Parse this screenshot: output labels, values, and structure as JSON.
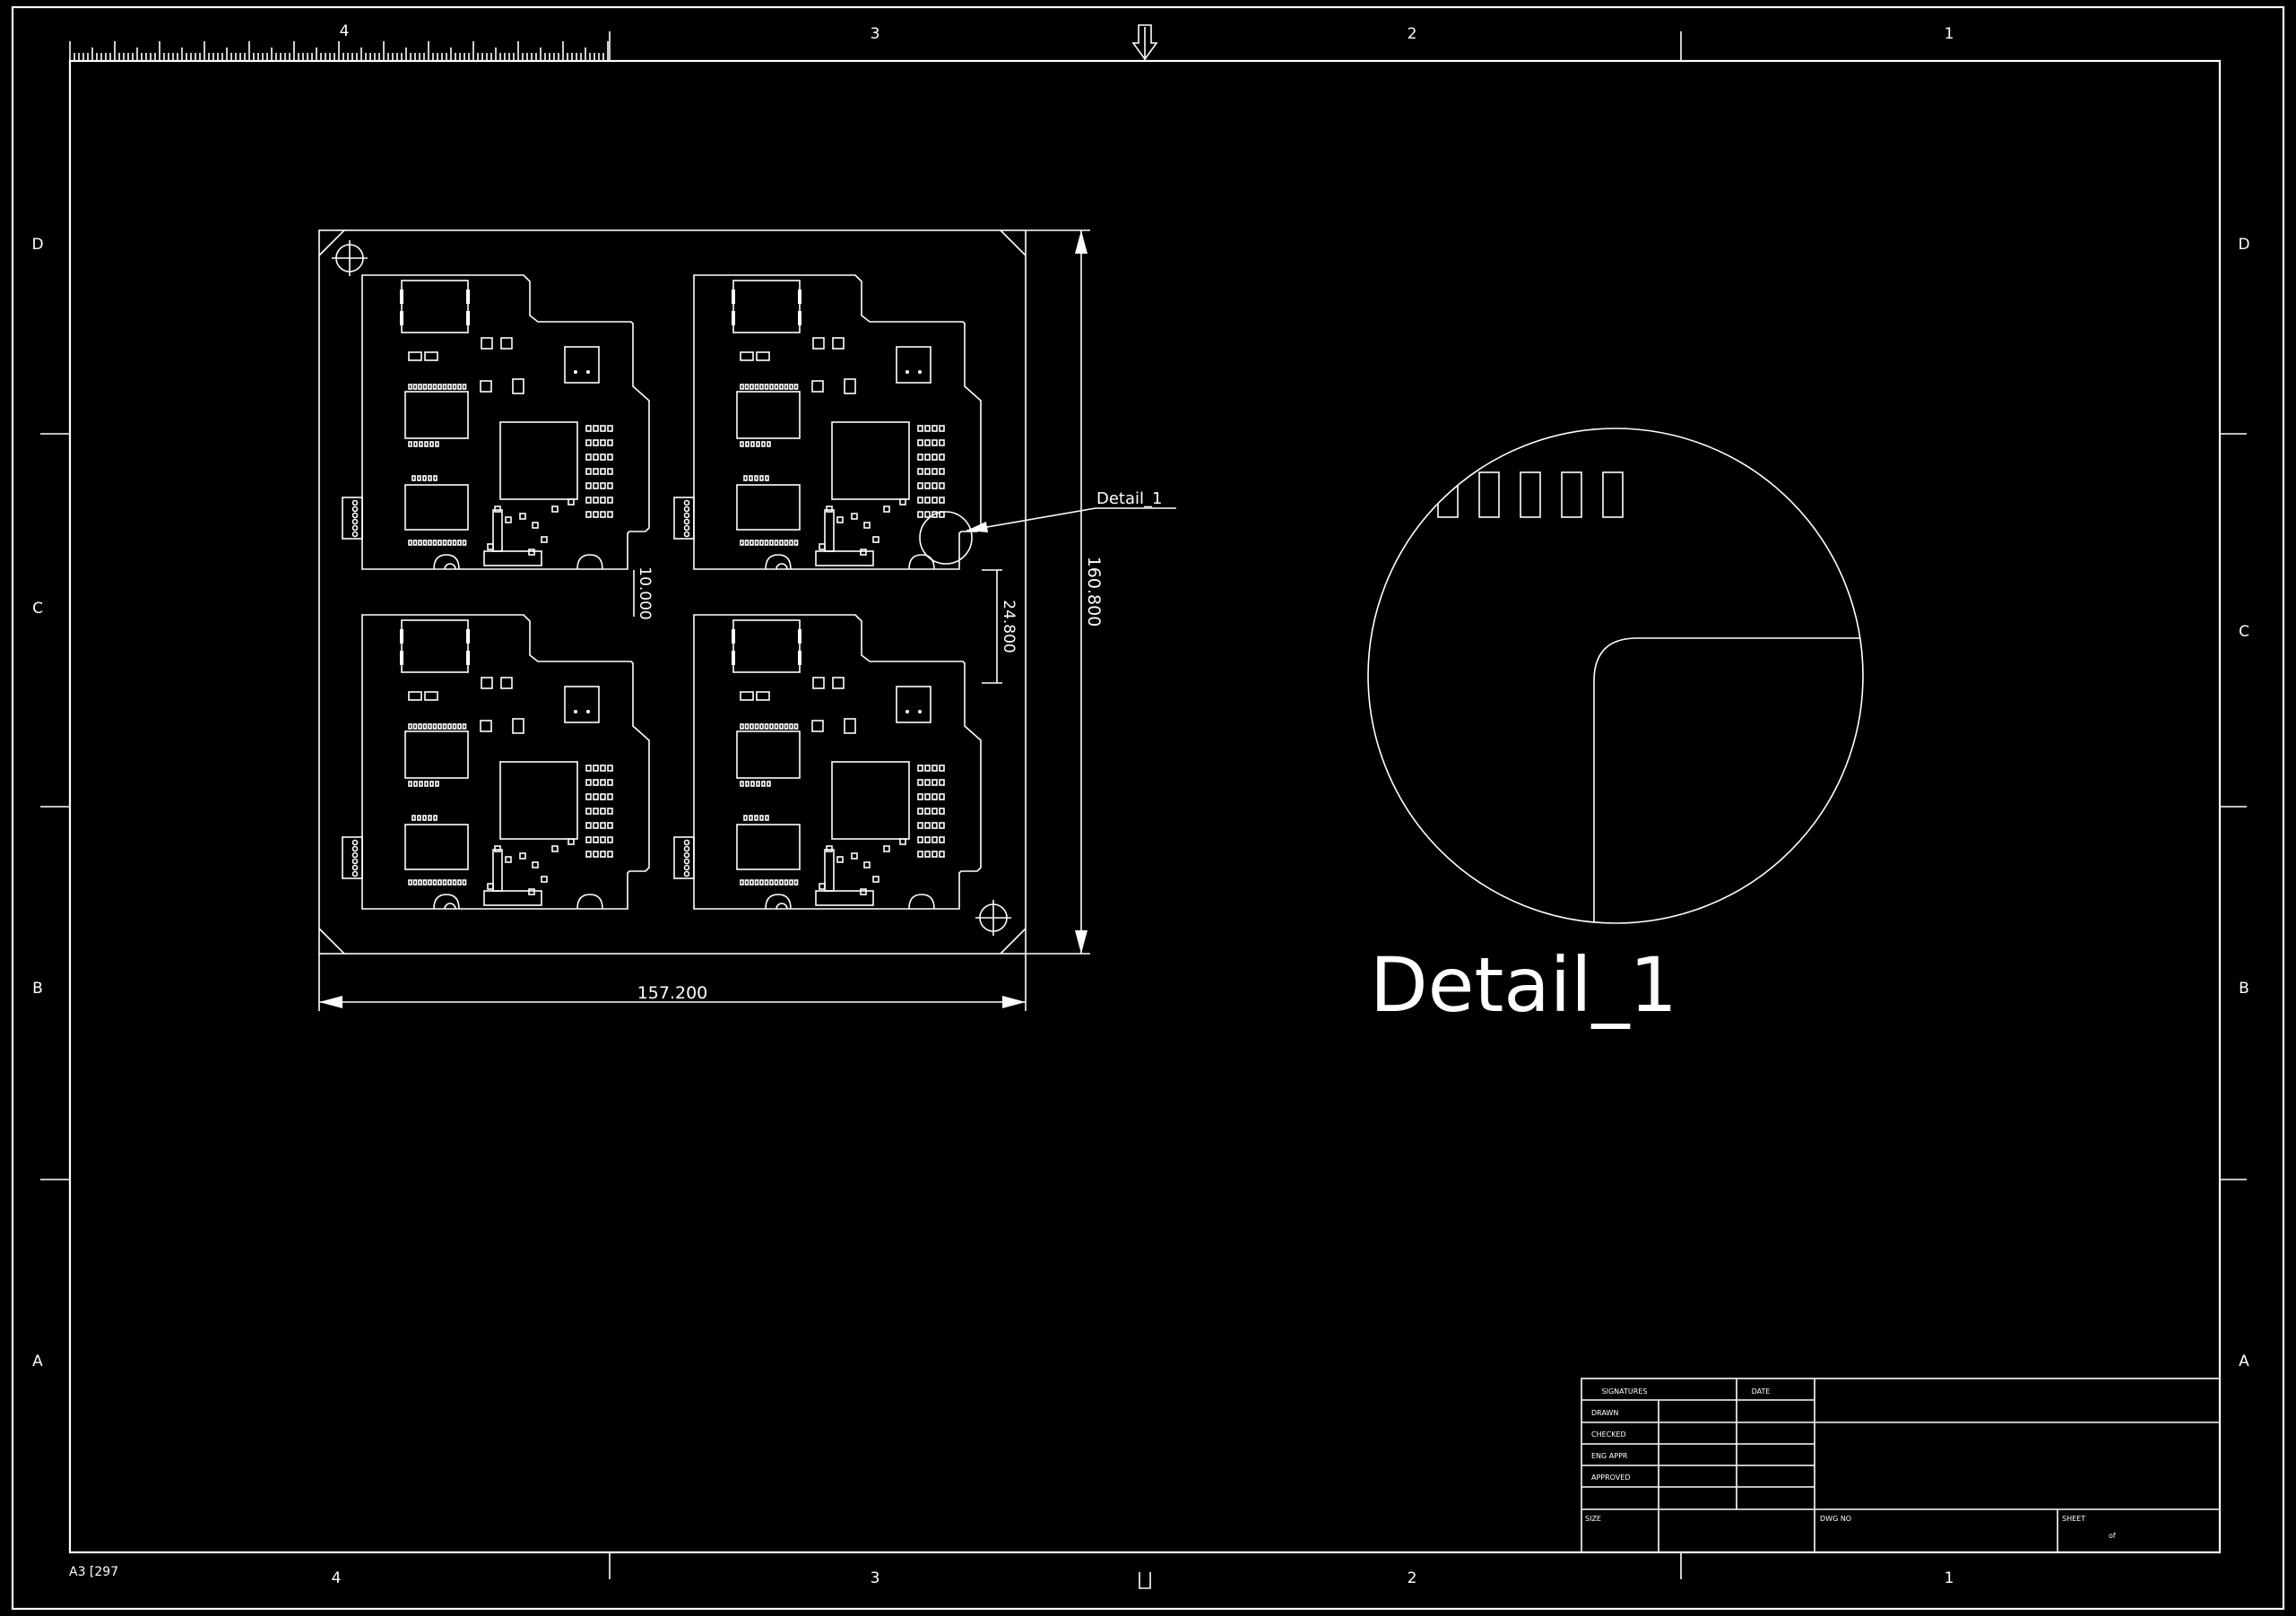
{
  "sheet": {
    "columns_top": [
      "4",
      "3",
      "2",
      "1"
    ],
    "columns_bottom": [
      "4",
      "3",
      "2",
      "1"
    ],
    "rows_left": [
      "D",
      "C",
      "B",
      "A"
    ],
    "rows_right": [
      "D",
      "C",
      "B",
      "A"
    ],
    "paper_label": "A3 [297"
  },
  "dimensions": {
    "panel_width": "157.200",
    "panel_height": "160.800",
    "board_gap": "10.000",
    "rail_gap": "24.800"
  },
  "detail": {
    "callout_label": "Detail_1",
    "view_title": "Detail_1"
  },
  "title_block": {
    "header_left": "SIGNATURES",
    "header_right": "DATE",
    "drawn": "DRAWN",
    "checked": "CHECKED",
    "engineer": "ENG APPR",
    "approved": "APPROVED",
    "size": "SIZE",
    "part_no": "DWG NO",
    "sheet": "SHEET",
    "sheet_value": "of"
  },
  "colors": {
    "background": "#000000",
    "lines": "#ffffff"
  }
}
